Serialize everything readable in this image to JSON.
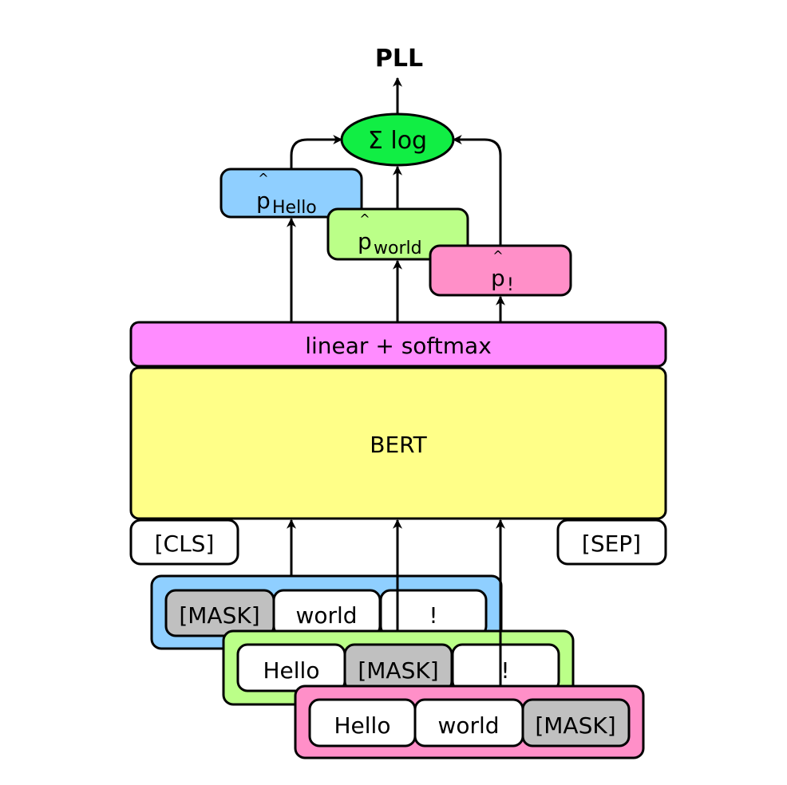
{
  "output_label": "PLL",
  "aggregator": {
    "label": "Σ log",
    "color": "#11ee44"
  },
  "predictions": [
    {
      "base": "p",
      "hat": "^",
      "sub": "Hello",
      "color": "#8fcfff"
    },
    {
      "base": "p",
      "hat": "^",
      "sub": "world",
      "color": "#bbff88"
    },
    {
      "base": "p",
      "hat": "^",
      "sub": "!",
      "color": "#ff8fc8"
    }
  ],
  "head": {
    "label": "linear + softmax",
    "color": "#ff8cff"
  },
  "model": {
    "label": "BERT",
    "color": "#ffff88"
  },
  "special_tokens": {
    "cls": "[CLS]",
    "sep": "[SEP]"
  },
  "mask_color": "#c0c0c0",
  "sequences": [
    {
      "color": "#8fcfff",
      "tokens": [
        "[MASK]",
        "world",
        "!"
      ],
      "masked_index": 0
    },
    {
      "color": "#bbff88",
      "tokens": [
        "Hello",
        "[MASK]",
        "!"
      ],
      "masked_index": 1
    },
    {
      "color": "#ff8fc8",
      "tokens": [
        "Hello",
        "world",
        "[MASK]"
      ],
      "masked_index": 2
    }
  ]
}
